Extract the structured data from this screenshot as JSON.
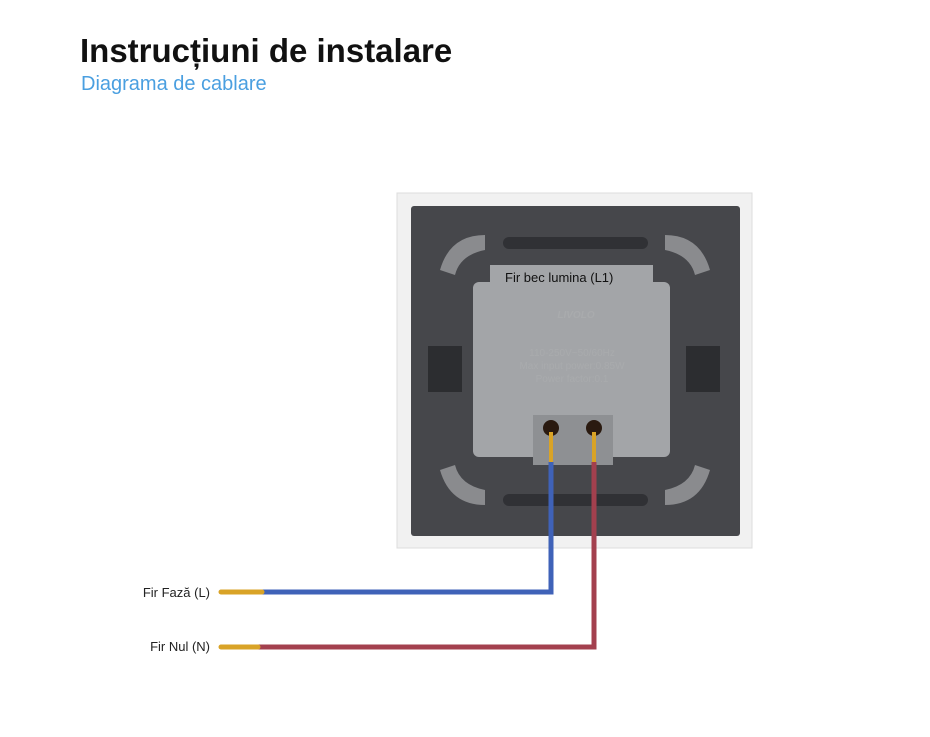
{
  "header": {
    "title": "Instrucțiuni de instalare",
    "subtitle": "Diagrama de cablare"
  },
  "diagram": {
    "load_wire_label": "Fir bec lumina (L1)",
    "brand": "LIVOLO",
    "specs": [
      "110-250V~50/60Hz",
      "Max input power:0.85W",
      "Power factor:0.1"
    ],
    "wires": [
      {
        "label": "Fir Fază (L)",
        "color": "#3f62b8"
      },
      {
        "label": "Fir Nul (N)",
        "color": "#a3404e"
      }
    ]
  }
}
